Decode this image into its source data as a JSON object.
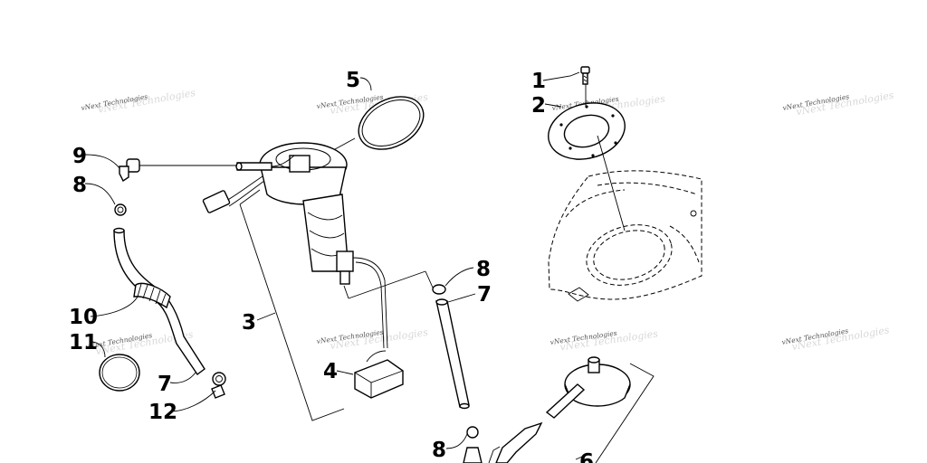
{
  "watermark": "vNext Technologies",
  "callouts": [
    "1",
    "2",
    "3",
    "4",
    "5",
    "6",
    "7",
    "8",
    "9",
    "10",
    "11",
    "12"
  ]
}
